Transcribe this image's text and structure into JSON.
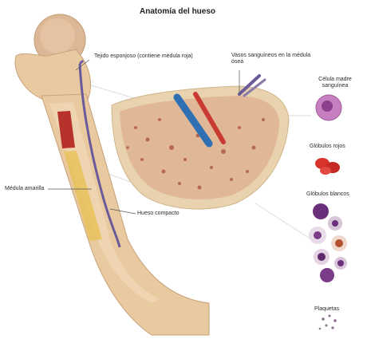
{
  "title": "Anatomía del hueso",
  "labels": {
    "tejido_esponjoso": "Tejido esponjoso (contiene médula roja)",
    "vasos": "Vasos sanguíneos en la médula ósea",
    "celula_madre": "Célula madre sanguínea",
    "globulos_rojos": "Glóbulos rojos",
    "globulos_blancos": "Glóbulos blancos",
    "plaquetas": "Plaquetas",
    "medula_amarilla": "Médula amarilla",
    "hueso_compacto": "Hueso compacto"
  },
  "colors": {
    "bone": "#e8c9a0",
    "bone_dark": "#c9a27a",
    "marrow_red": "#b8322c",
    "marrow_yellow": "#e7c25a",
    "vessel_blue": "#2f6fb4",
    "vessel_red": "#c93a33",
    "stem_cell": "#c67fc0",
    "rbc": "#d8342c",
    "wbc": "#6b2f7a"
  }
}
